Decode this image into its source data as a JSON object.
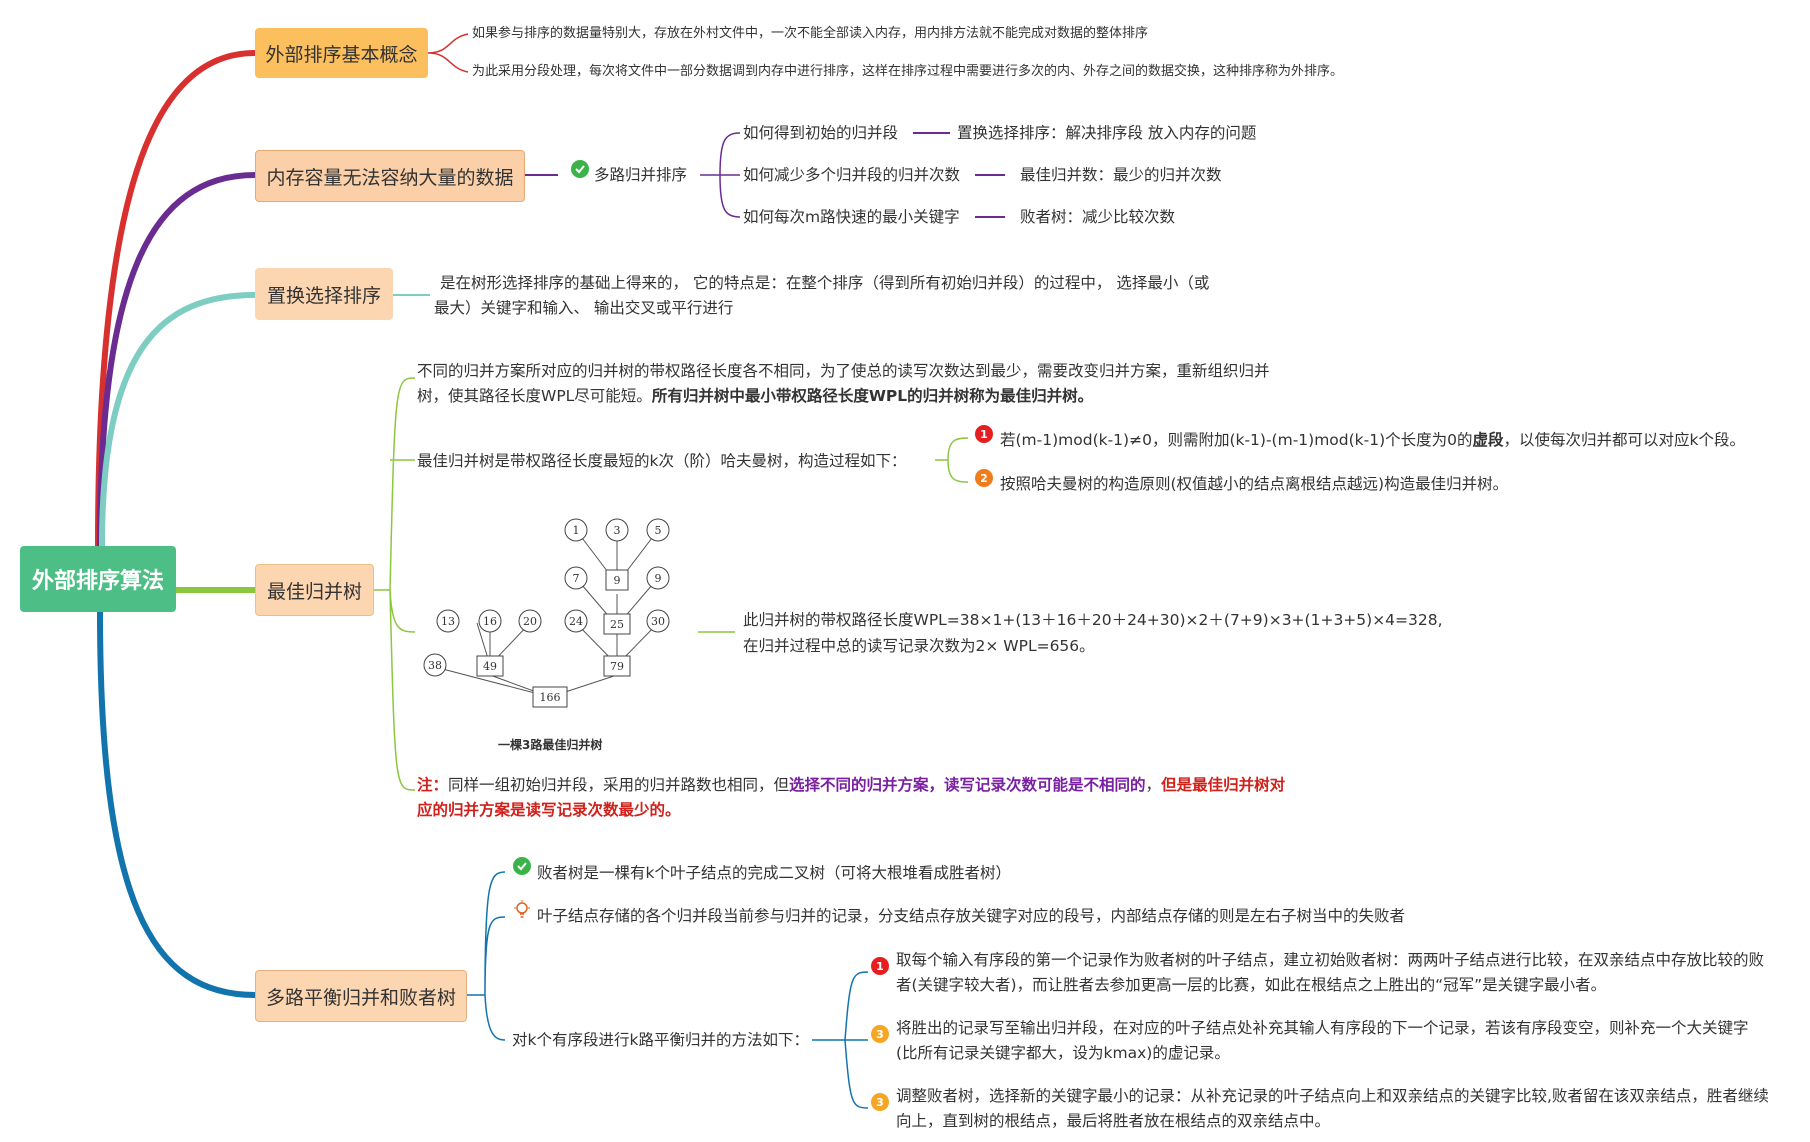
{
  "colors": {
    "root": "#4dbf86",
    "b1": "#d7302f",
    "b2": "#6a2c91",
    "b3": "#7ecdc2",
    "b4": "#8cc63f",
    "b5": "#1174ad",
    "box_orange": "#fbbf5e",
    "box_peach": "#fbd0a8",
    "box_light": "#fcd6b1"
  },
  "root": {
    "label": "外部排序算法"
  },
  "branch1": {
    "label": "外部排序基本概念",
    "lines": [
      "如果参与排序的数据量特别大，存放在外村文件中，一次不能全部读入内存，用内排方法就不能完成对数据的整体排序",
      "为此采用分段处理，每次将文件中一部分数据调到内存中进行排序，这样在排序过程中需要进行多次的内、外存之间的数据交换，这种排序称为外排序。"
    ]
  },
  "branch2": {
    "label": "内存容量无法容纳大量的数据",
    "sub": "多路归并排序",
    "icon": "check-icon",
    "items": [
      {
        "q": "如何得到初始的归并段",
        "a": "置换选择排序：解决排序段 放入内存的问题"
      },
      {
        "q": "如何减少多个归并段的归并次数",
        "a": "最佳归并数：最少的归并次数"
      },
      {
        "q": "如何每次m路快速的最小关键字",
        "a": "败者树：减少比较次数"
      }
    ]
  },
  "branch3": {
    "label": "置换选择排序",
    "line1": "是在树形选择排序的基础上得来的， 它的特点是：在整个排序（得到所有初始归并段）的过程中， 选择最小（或",
    "line2": "最大）关键字和输入、 输出交叉或平行进行"
  },
  "branch4": {
    "label": "最佳归并树",
    "p1_line1": "不同的归并方案所对应的归并树的带权路径长度各不相同，为了使总的读写次数达到最少，需要改变归并方案，重新组织归并",
    "p1_line2_a": "树，使其路径长度WPL尽可能短。",
    "p1_line2_b": "所有归并树中最小带权路径长度WPL的归并树称为最佳归并树。",
    "p2": "最佳归并树是带权路径长度最短的k次（阶）哈夫曼树，构造过程如下：",
    "steps": [
      {
        "num": "1",
        "a": "若(m-1)mod(k-1)≠0，则需附加(k-1)-(m-1)mod(k-1)个长度为0的",
        "b": "虚段",
        "c": "，以使每次归并都可以对应k个段。"
      },
      {
        "num": "2",
        "text": "按照哈夫曼树的构造原则(权值越小的结点离根结点越远)构造最佳归并树。"
      }
    ],
    "wpl1": "此归并树的带权路径长度WPL=38×1+(13＋16＋20＋24+30)×2＋(7+9)×3+(1+3+5)×4=328,",
    "wpl2": "在归并过程中总的读写记录次数为2× WPL=656。",
    "tree_caption": "一棵3路最佳归并树",
    "tree": {
      "leaves_top": [
        "1",
        "3",
        "5"
      ],
      "mid": [
        "7",
        "9",
        "9"
      ],
      "lower": [
        "13",
        "16",
        "20",
        "24",
        "25",
        "30"
      ],
      "bottom": [
        "38",
        "49",
        "79"
      ],
      "root": "166"
    },
    "note_label": "注：",
    "note_a": "同样一组初始归并段，采用的归并路数也相同，但",
    "note_b": "选择不同的归并方案，读写记录次数可能是不相同的",
    "note_c": "，",
    "note_d": "但是最佳归并树对",
    "note_e": "应的归并方案是读写记录次数最少的。"
  },
  "branch5": {
    "label": "多路平衡归并和败者树",
    "i1": "败者树是一棵有k个叶子结点的完成二叉树（可将大根堆看成胜者树）",
    "i2": "叶子结点存储的各个归并段当前参与归并的记录，分支结点存放关键字对应的段号，内部结点存储的则是左右子树当中的失败者",
    "method": "对k个有序段进行k路平衡归并的方法如下：",
    "steps": [
      {
        "num": "1",
        "l1": "取每个输入有序段的第一个记录作为败者树的叶子结点，建立初始败者树：两两叶子结点进行比较，在双亲结点中存放比较的败",
        "l2": "者(关键字较大者)，而让胜者去参加更高一层的比赛，如此在根结点之上胜出的“冠军”是关键字最小者。"
      },
      {
        "num": "3",
        "l1": "将胜出的记录写至输出归并段，在对应的叶子结点处补充其输人有序段的下一个记录，若该有序段变空，则补充一个大关键字",
        "l2": "(比所有记录关键字都大，设为kmax)的虚记录。"
      },
      {
        "num": "3",
        "l1": "调整败者树，选择新的关键字最小的记录：从补充记录的叶子结点向上和双亲结点的关键字比较,败者留在该双亲结点，胜者继续",
        "l2": "向上，直到树的根结点，最后将胜者放在根结点的双亲结点中。"
      }
    ]
  }
}
